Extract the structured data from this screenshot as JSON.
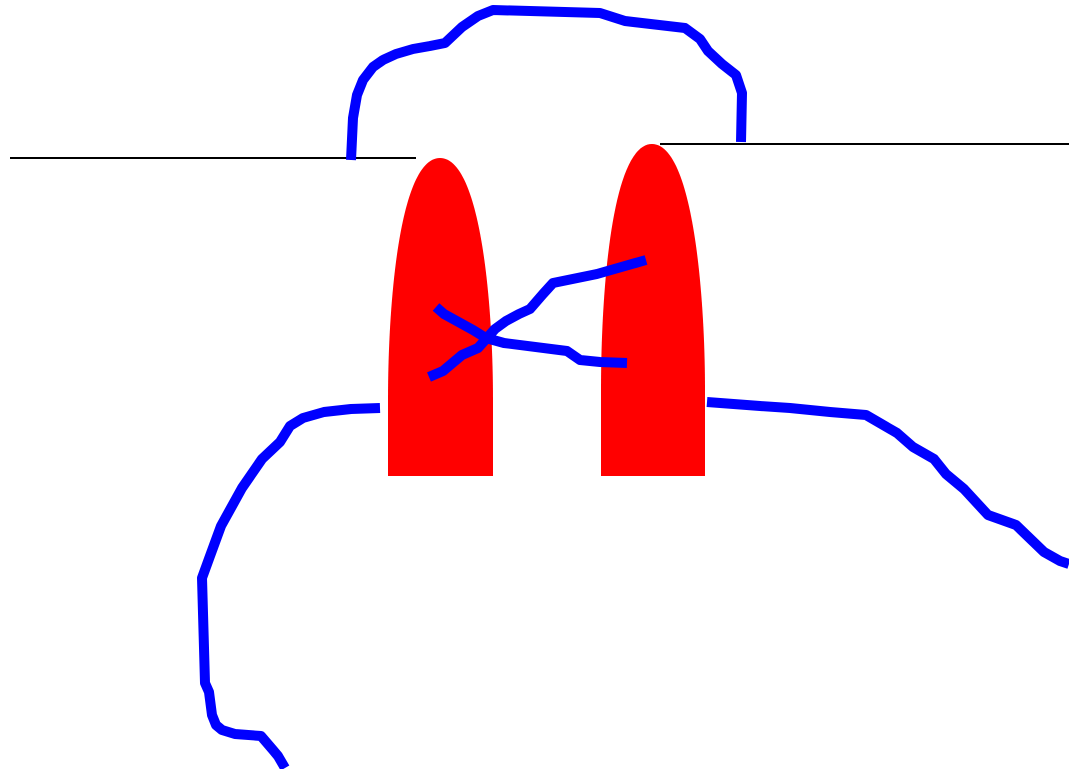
{
  "colors": {
    "background": "#ffffff",
    "thin_line": "#000000",
    "red_shape": "#ff0000",
    "blue_line": "#0000ff"
  },
  "elements": {
    "horizontal_lines": 2,
    "red_shapes": 2,
    "blue_lines": 5
  }
}
